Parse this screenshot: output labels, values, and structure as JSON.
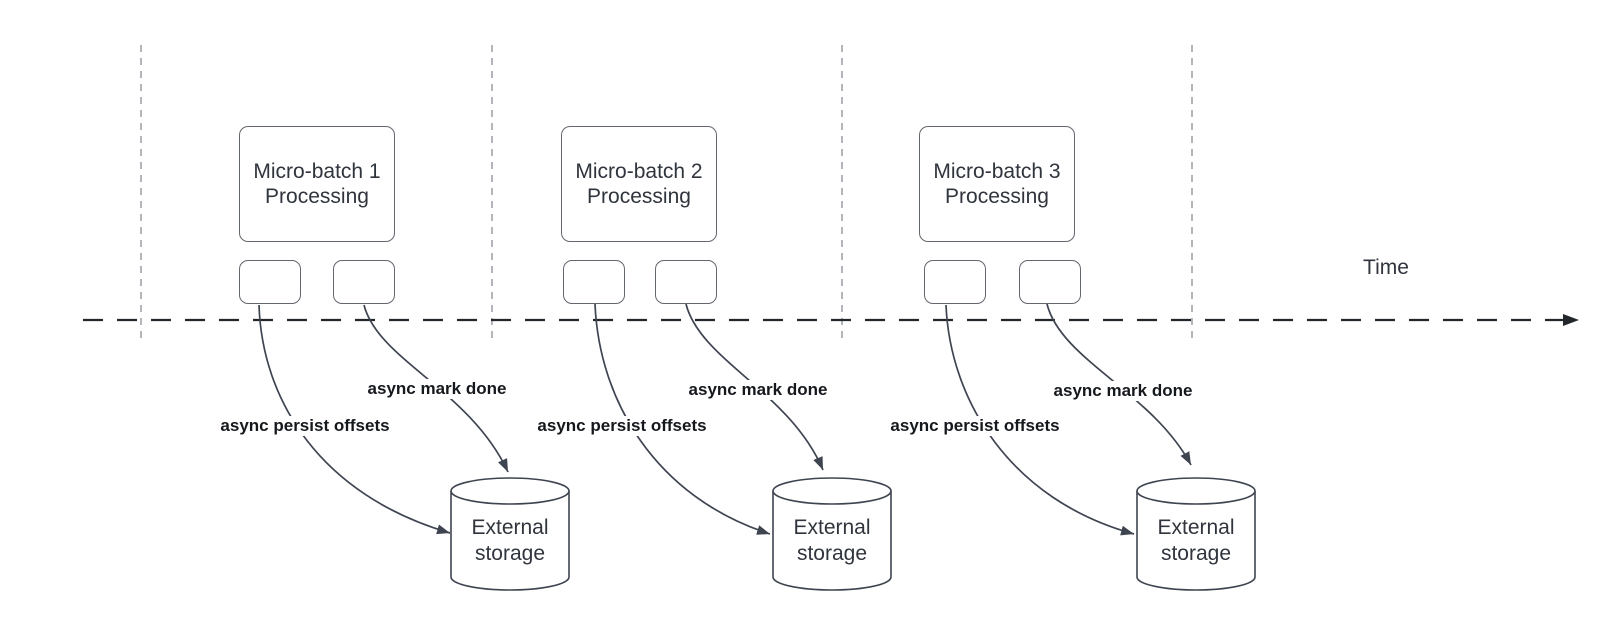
{
  "colors": {
    "background": "#ffffff",
    "boxBorder": "#63676e",
    "line": "#3e4450",
    "timeline": "#23262b",
    "guide": "#9fa3a8",
    "text": "#30353d",
    "labelText": "#15181d"
  },
  "timeline": {
    "label": "Time"
  },
  "groups": [
    {
      "box_label": "Micro-batch 1\nProcessing",
      "persist_label": "async persist offsets",
      "done_label": "async mark done",
      "storage_label": "External\nstorage"
    },
    {
      "box_label": "Micro-batch 2\nProcessing",
      "persist_label": "async persist offsets",
      "done_label": "async mark done",
      "storage_label": "External\nstorage"
    },
    {
      "box_label": "Micro-batch 3\nProcessing",
      "persist_label": "async persist offsets",
      "done_label": "async mark done",
      "storage_label": "External\nstorage"
    }
  ]
}
